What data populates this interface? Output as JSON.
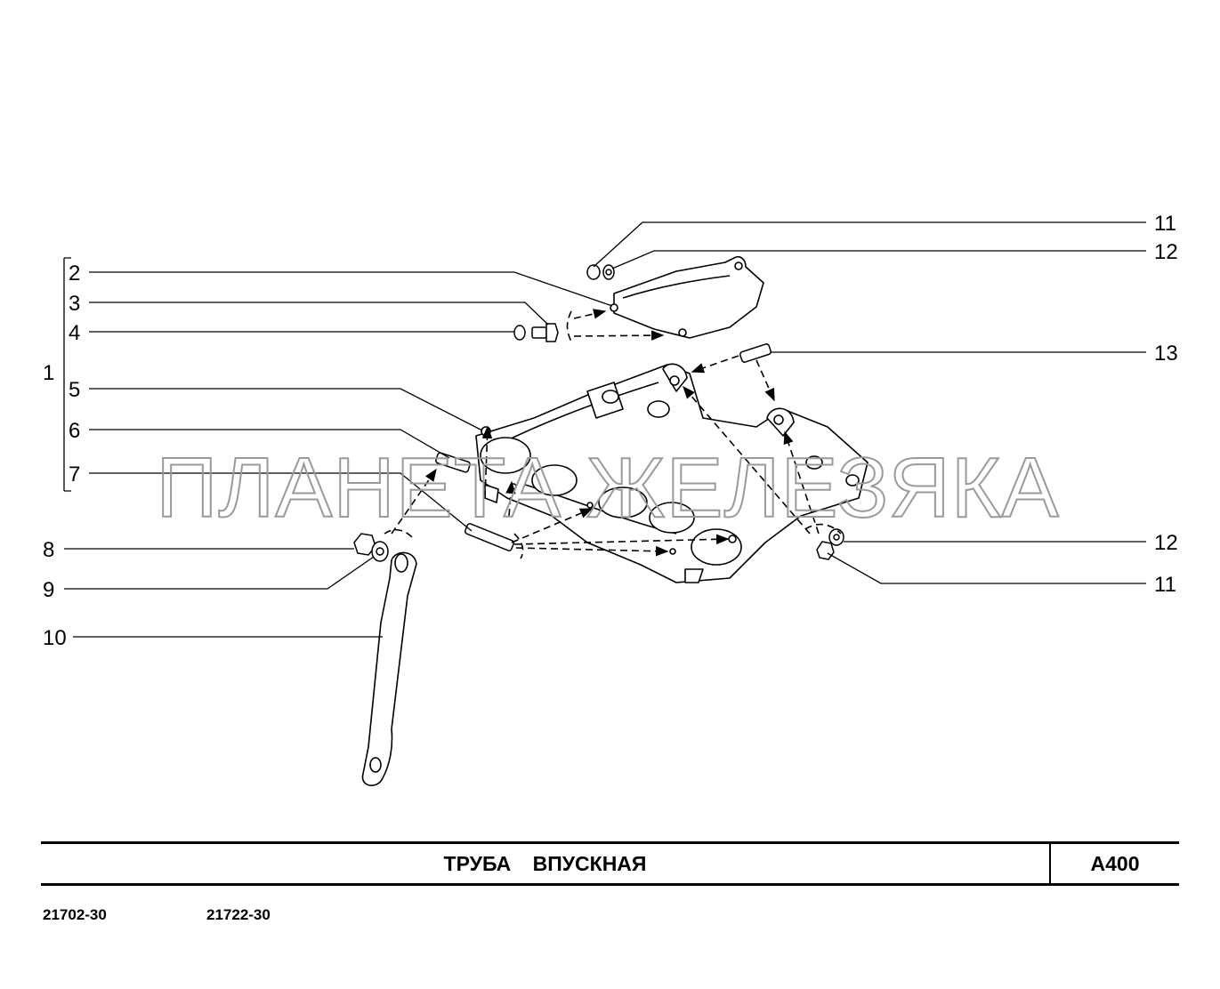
{
  "watermark": "ПЛАНЕТА ЖЕЛЕЗЯКА",
  "callouts": {
    "group": "1",
    "left": [
      "2",
      "3",
      "4",
      "5",
      "6",
      "7",
      "8",
      "9",
      "10"
    ],
    "right": [
      "11",
      "12",
      "13",
      "12",
      "11"
    ]
  },
  "title_block": {
    "title": "ТРУБА ВПУСКНАЯ",
    "code": "A400"
  },
  "models": [
    "21702-30",
    "21722-30"
  ],
  "colors": {
    "line": "#000000",
    "watermark": "#9a9a9a"
  }
}
